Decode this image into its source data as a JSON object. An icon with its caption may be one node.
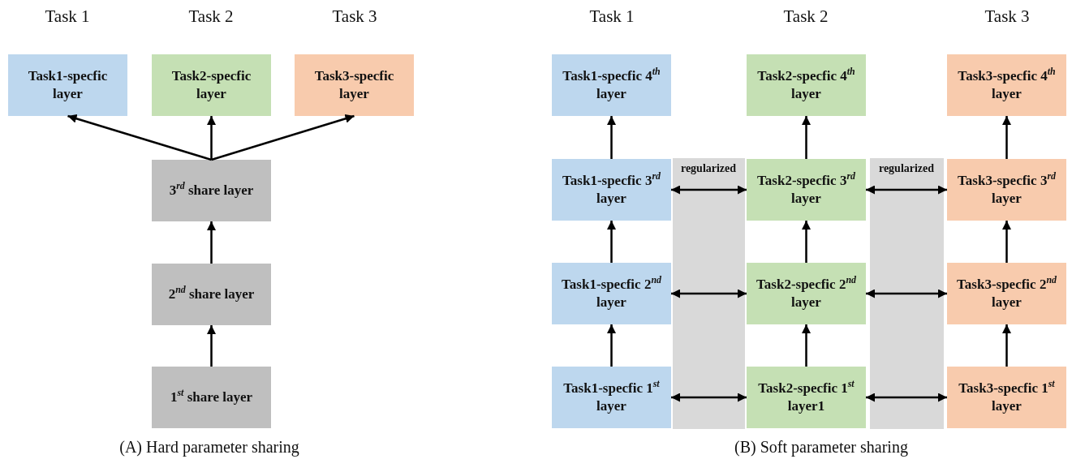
{
  "diagram": {
    "nodes": [
      {
        "text": [
          "Task1-specfic layer"
        ]
      },
      {
        "text": [
          "Task2-specfic layer"
        ]
      },
      {
        "text": [
          "Task3-specfic layer"
        ]
      },
      {
        "text": [
          "3$^{rd}$ share layer"
        ]
      },
      {
        "text": [
          "2$^{nd}$ share layer"
        ]
      },
      {
        "text": [
          "1$^{st}$ share layer"
        ]
      },
      {
        "text": [
          "Task1-specfic 4$^{th}$ layer"
        ]
      },
      {
        "text": [
          "Task2-specfic 4$^{th}$ layer"
        ]
      },
      {
        "text": [
          "Task3-specfic 4$^{th}$ layer"
        ]
      },
      {
        "text": [
          "Task1-specfic 3$^{rd}$ layer"
        ]
      },
      {
        "text": [
          "Task2-specfic 3$^{rd}$ layer"
        ]
      },
      {
        "text": [
          "Task3-specfic 3$^{rd}$ layer"
        ]
      },
      {
        "text": [
          "Task1-specfic 2$^{nd}$ layer"
        ]
      },
      {
        "text": [
          "Task2-specfic 2$^{nd}$ layer"
        ]
      },
      {
        "text": [
          "Task3-specfic 2$^{nd}$ layer"
        ]
      },
      {
        "text": [
          "Task1-specfic 1$^{st}$ layer"
        ]
      },
      {
        "text": [
          "Task2-specfic 1$^{st}$ layer1"
        ]
      },
      {
        "text": [
          "Task3-specfic 1$^{st}$ layer"
        ]
      }
    ],
    "edges": [
      {
        "from": 3,
        "to": 0,
        "arrow": "to"
      },
      {
        "from": 3,
        "to": 1,
        "arrow": "to"
      },
      {
        "from": 3,
        "to": 2,
        "arrow": "to"
      },
      {
        "from": 4,
        "to": 3,
        "arrow": "to"
      },
      {
        "from": 5,
        "to": 4,
        "arrow": "to"
      },
      {
        "from": 9,
        "to": 6,
        "arrow": "to"
      },
      {
        "from": 10,
        "to": 7,
        "arrow": "to"
      },
      {
        "from": 11,
        "to": 8,
        "arrow": "to"
      },
      {
        "from": 9,
        "to": 10,
        "arrow": "both"
      },
      {
        "from": 10,
        "to": 11,
        "arrow": "both"
      },
      {
        "from": 12,
        "to": 9,
        "arrow": "to"
      },
      {
        "from": 13,
        "to": 10,
        "arrow": "to"
      },
      {
        "from": 14,
        "to": 11,
        "arrow": "to"
      },
      {
        "from": 12,
        "to": 13,
        "arrow": "both"
      },
      {
        "from": 13,
        "to": 14,
        "arrow": "both"
      },
      {
        "from": 15,
        "to": 12,
        "arrow": "to"
      },
      {
        "from": 16,
        "to": 13,
        "arrow": "to"
      },
      {
        "from": 17,
        "to": 14,
        "arrow": "to"
      },
      {
        "from": 15,
        "to": 16,
        "arrow": "both"
      },
      {
        "from": 16,
        "to": 17,
        "arrow": "both"
      }
    ],
    "labels": [
      "Task 1",
      "Task 2",
      "Task 3",
      "Task 1",
      "Task 2",
      "Task 3",
      "regularized",
      "regularized",
      "(A) Hard parameter sharing",
      "(B) Soft parameter sharing"
    ]
  }
}
